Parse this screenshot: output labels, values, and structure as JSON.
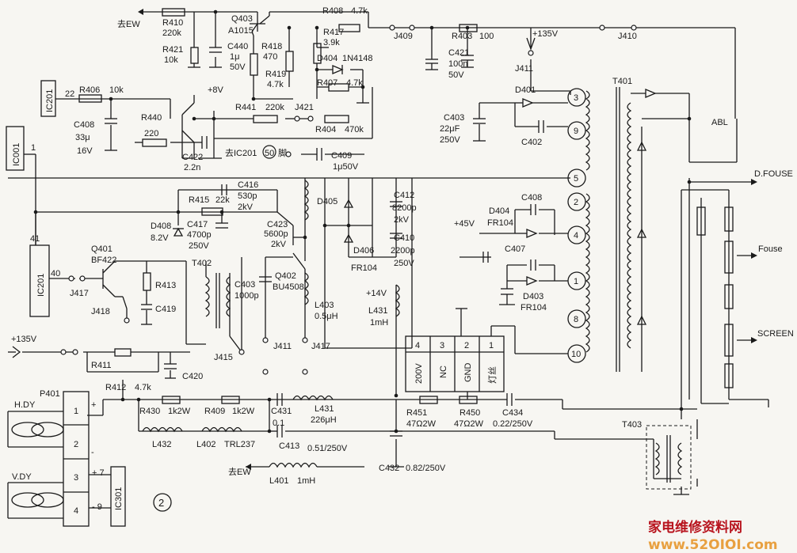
{
  "labels": {
    "to_ew_top": "去EW",
    "r410": "R410",
    "r410_v": "220k",
    "r421": "R421",
    "r421_v": "10k",
    "c440": "C440",
    "c440_v1": "1μ",
    "c440_v2": "50V",
    "q403": "Q403",
    "q403_t": "A1015",
    "r418": "R418",
    "r418_v": "470",
    "r419": "R419",
    "r419_v": "4.7k",
    "r408": "R408",
    "r408_v": "4.7k",
    "r417": "R417",
    "r417_v": "3.9k",
    "d404_top": "D404",
    "d404_t": "1N4148",
    "r407": "R407",
    "r407_v": "4.7k",
    "j409": "J409",
    "r403": "R403",
    "r403_v": "100",
    "c421": "C421",
    "c421_v1": "100n",
    "c421_v2": "50V",
    "p135_top": "+135V",
    "j410": "J410",
    "j411_top": "J411",
    "t401": "T401",
    "p8v": "+8V",
    "r441": "R441",
    "r441_v": "220k",
    "j421": "J421",
    "r404": "R404",
    "r404_v": "470k",
    "ic201_top": "IC201",
    "pin22": "22",
    "r406": "R406",
    "r406_v": "10k",
    "r440": "R440",
    "r440_v": "220",
    "c408_l": "C408",
    "c408_l_v1": "33μ",
    "c408_l_v2": "16V",
    "c422": "C422",
    "c422_v": "2.2n",
    "to_ic201": "去IC201",
    "pin50": "50",
    "pin_word": "脚",
    "c409": "C409",
    "c409_v": "1μ50V",
    "d401": "D401",
    "c403_top": "C403",
    "c403_v1": "22μF",
    "c403_v2": "250V",
    "c402": "C402",
    "abl": "ABL",
    "ic001": "IC001",
    "pin1": "1",
    "c416": "C416",
    "c416_v1": "530p",
    "c416_v2": "2kV",
    "r415": "R415",
    "r415_v": "22k",
    "c417": "C417",
    "c417_v1": "4700p",
    "c417_v2": "250V",
    "c423": "C423",
    "c423_v1": "5600p",
    "c423_v2": "2kV",
    "d408": "D408",
    "d408_v": "8.2V",
    "d405": "D405",
    "d406": "D406",
    "d406_t": "FR104",
    "c412": "C412",
    "c412_v1": "8200p",
    "c412_v2": "2kV",
    "c410": "C410",
    "c410_v1": "2200p",
    "c410_v2": "250V",
    "c408_r": "C408",
    "p45v": "+45V",
    "d404_r": "D404",
    "d404_r_t": "FR104",
    "c407": "C407",
    "d403": "D403",
    "d403_t": "FR104",
    "dfouse": "D.FOUSE",
    "fouse": "Fouse",
    "screen": "SCREEN",
    "pin41": "41",
    "ic201_mid": "IC201",
    "pin40": "40",
    "q401": "Q401",
    "q401_t": "BF422",
    "t402": "T402",
    "r413": "R413",
    "c419": "C419",
    "j417_l": "J417",
    "j418": "J418",
    "c403_mid": "C403",
    "c403_mid_v": "1000p",
    "q402": "Q402",
    "q402_t": "BU4508",
    "l403": "L403",
    "l403_v": "0.5μH",
    "p14v": "+14V",
    "l431_r": "L431",
    "l431_r_v": "1mH",
    "j411_mid": "J411",
    "j417_mid": "J417",
    "j415": "J415",
    "p135_mid": "+135V",
    "r411": "R411",
    "c420": "C420",
    "r412": "R412",
    "r412_v": "4.7k",
    "pin_nums": [
      "4",
      "3",
      "2",
      "1"
    ],
    "pin_names": [
      "200V",
      "NC",
      "GND",
      "灯丝"
    ],
    "t401_pins": [
      "3",
      "9",
      "5",
      "2",
      "4",
      "1",
      "8",
      "10"
    ],
    "p401": "P401",
    "hdy": "H.DY",
    "vdy": "V.DY",
    "r430": "R430",
    "r430_v": "1k2W",
    "r409": "R409",
    "r409_v": "1k2W",
    "c431": "C431",
    "c431_v": "0.1",
    "l431_b": "L431",
    "l431_b_v": "226μH",
    "r451": "R451",
    "r451_v": "47Ω2W",
    "r450": "R450",
    "r450_v": "47Ω2W",
    "c434": "C434",
    "c434_v": "0.22/250V",
    "l432": "L432",
    "l402": "L402",
    "l402_t": "TRL237",
    "c413": "C413",
    "c413_v": "0.51/250V",
    "t403": "T403",
    "to_ew_bot": "去EW",
    "l401": "L401",
    "l401_v": "1mH",
    "c432": "C432",
    "c432_v": "0.82/250V",
    "p7": "+ 7",
    "m9": "- 9",
    "ic301": "IC301",
    "num2": "2",
    "plus": "+",
    "minus": "-",
    "conn_pins": [
      "1",
      "2",
      "3",
      "4"
    ]
  },
  "watermark": {
    "text": "家电维修资料网",
    "url": "www.52OIOI.com"
  }
}
